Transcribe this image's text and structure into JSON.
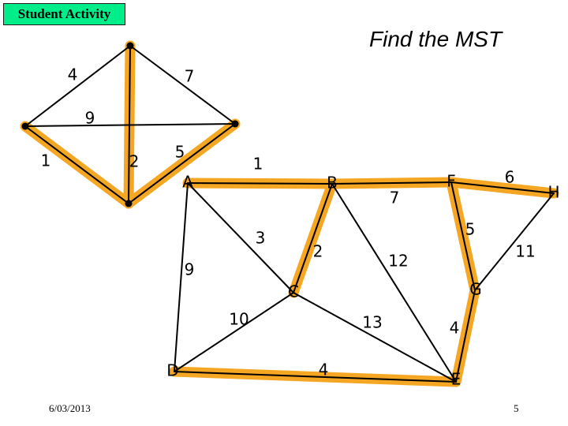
{
  "badge": "Student Activity",
  "title": "Find the MST",
  "footer": {
    "date": "6/03/2013",
    "page": "5"
  },
  "colors": {
    "highlight": "#f5a623",
    "edge": "#000000",
    "badge": "#00ee8a"
  },
  "small_graph": {
    "edges": [
      {
        "id": "top-left",
        "weight": "4",
        "in_mst": false
      },
      {
        "id": "top-right",
        "weight": "7",
        "in_mst": false
      },
      {
        "id": "left-right",
        "weight": "9",
        "in_mst": false
      },
      {
        "id": "top-bottom",
        "weight": "2",
        "in_mst": true
      },
      {
        "id": "right-bottom",
        "weight": "5",
        "in_mst": true
      },
      {
        "id": "left-bottom",
        "weight": "1",
        "in_mst": true
      }
    ]
  },
  "large_graph": {
    "nodes": [
      "A",
      "B",
      "C",
      "D",
      "E",
      "F",
      "G",
      "H"
    ],
    "edges": [
      {
        "id": "A-B",
        "weight": "1",
        "in_mst": true
      },
      {
        "id": "B-F",
        "weight": "7",
        "in_mst": true
      },
      {
        "id": "F-H",
        "weight": "6",
        "in_mst": true
      },
      {
        "id": "F-G",
        "weight": "5",
        "in_mst": true
      },
      {
        "id": "H-G",
        "weight": "11",
        "in_mst": false
      },
      {
        "id": "B-C",
        "weight": "2",
        "in_mst": true
      },
      {
        "id": "A-C",
        "weight": "3",
        "in_mst": false
      },
      {
        "id": "B-E",
        "weight": "12",
        "in_mst": false
      },
      {
        "id": "A-D",
        "weight": "9",
        "in_mst": false
      },
      {
        "id": "D-C",
        "weight": "10",
        "in_mst": false
      },
      {
        "id": "C-E",
        "weight": "13",
        "in_mst": false
      },
      {
        "id": "D-E",
        "weight": "4",
        "in_mst": true
      },
      {
        "id": "G-E",
        "weight": "4",
        "in_mst": true
      }
    ]
  }
}
